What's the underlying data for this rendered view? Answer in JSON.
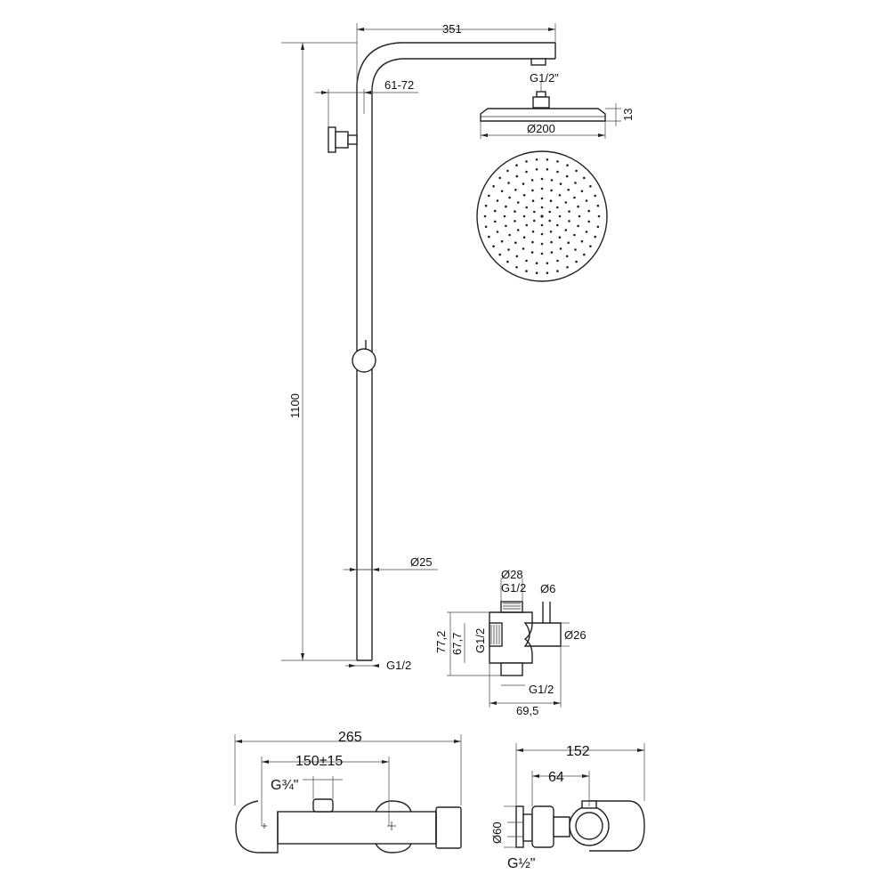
{
  "dimensions": {
    "d351": "351",
    "d61_72": "61-72",
    "g12_in": "G1/2\"",
    "d13": "13",
    "d200": "Ø200",
    "d1100": "1100",
    "d25": "Ø25",
    "g12_bottom": "G1/2",
    "d28": "Ø28",
    "g12_top": "G1/2",
    "d6": "Ø6",
    "d77": "77,2",
    "d67": "67,7",
    "g12_side": "G1/2",
    "d26": "Ø26",
    "g12_lower": "G1/2",
    "d69": "69,5",
    "d265": "265",
    "d150": "150±15",
    "g34": "G¾\"",
    "d152": "152",
    "d64": "64",
    "d60": "Ø60",
    "g12_tap": "G½\""
  },
  "nozzles": {
    "rings": [
      0,
      6,
      12,
      18,
      24,
      28,
      34
    ],
    "radii": [
      0,
      10,
      20,
      31,
      42,
      53,
      64
    ]
  }
}
